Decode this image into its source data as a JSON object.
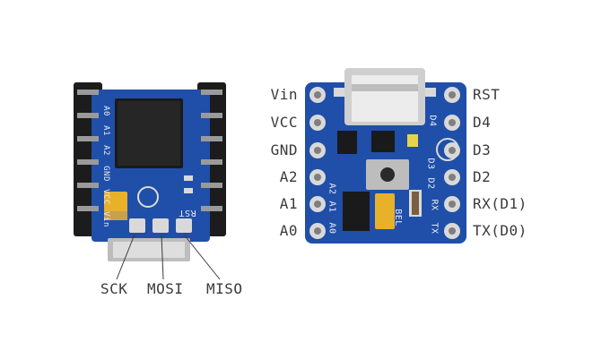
{
  "left_board": {
    "silk": [
      "A0",
      "A1",
      "A2",
      "GND",
      "VCC",
      "Vin",
      "RST"
    ],
    "pins_bottom": [
      "SCK",
      "MOSI",
      "MISO"
    ]
  },
  "right_board": {
    "silk_top_right": [
      "D4",
      "D3",
      "D2",
      "RX",
      "TX"
    ],
    "silk_bottom_left": [
      "A2",
      "A1",
      "A0"
    ],
    "silk_led": "BEL",
    "pins_left": [
      "Vin",
      "VCC",
      "GND",
      "A2",
      "A1",
      "A0"
    ],
    "pins_right": [
      "RST",
      "D4",
      "D3",
      "D2",
      "RX(D1)",
      "TX(D0)"
    ]
  },
  "colors": {
    "pcb": "#1f4fa8",
    "pcb_dark": "#143a80",
    "pad": "#d9d9d9",
    "header": "#1c1c1c",
    "chip": "#1a1a1a",
    "text": "#3a3a3a"
  }
}
